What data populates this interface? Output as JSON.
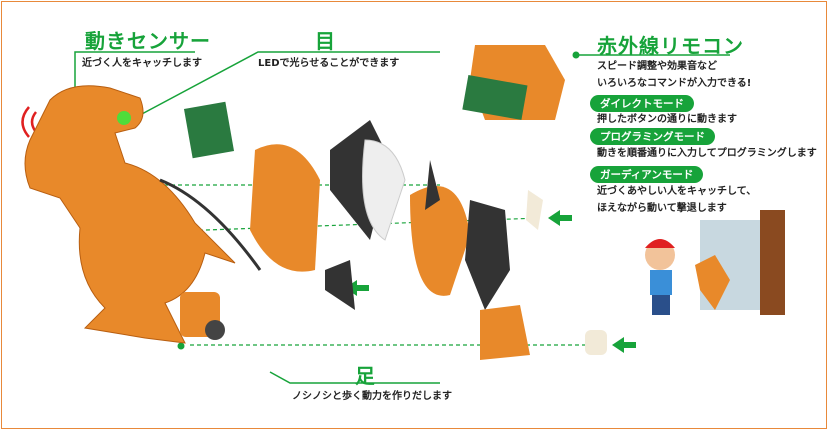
{
  "motion_sensor": {
    "title": "動きセンサー",
    "desc": "近づく人をキャッチします"
  },
  "eye": {
    "title": "目",
    "desc": "LEDで光らせることができます"
  },
  "remote": {
    "title": "赤外線リモコン",
    "desc_lines": [
      "スピード調整や効果音など",
      "いろいろなコマンドが入力できる!"
    ],
    "modes": [
      {
        "label": "ダイレクトモード",
        "desc": "押したボタンの通りに動きます"
      },
      {
        "label": "プログラミングモード",
        "desc": "動きを順番通りに入力してプログラミングします"
      },
      {
        "label": "ガーディアンモード",
        "desc": "近づくあやしい人をキャッチして、",
        "desc2": "ほえながら動いて撃退します"
      }
    ]
  },
  "foot": {
    "title": "足",
    "desc": "ノシノシと歩く動力を作りだします"
  },
  "colors": {
    "accent": "#17a33a",
    "toy_orange": "#e8892a",
    "frame": "#e8893a"
  }
}
